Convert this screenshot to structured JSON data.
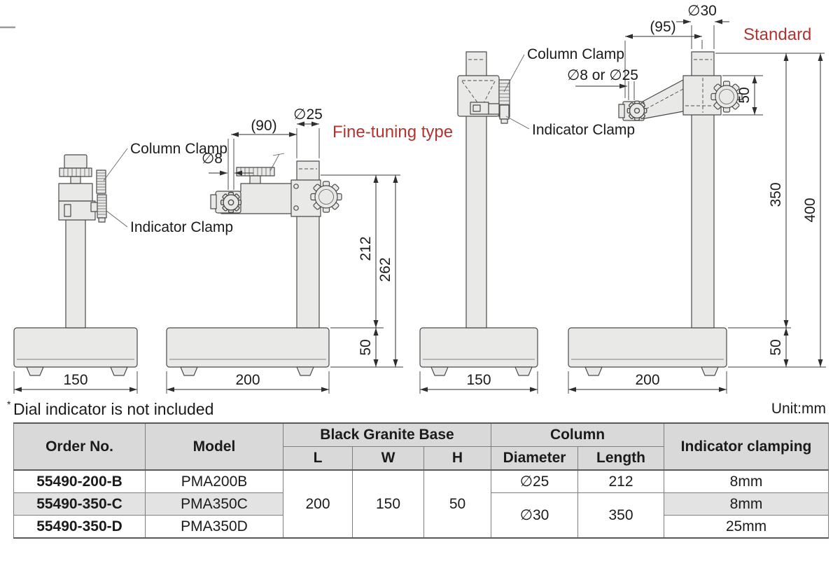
{
  "diagram": {
    "variant_labels": {
      "fine_tuning": "Fine-tuning type",
      "standard": "Standard"
    },
    "part_labels": {
      "column_clamp": "Column Clamp",
      "indicator_clamp": "Indicator Clamp"
    },
    "dims": {
      "stand1": {
        "base_width": "150"
      },
      "stand2": {
        "column_dia": "∅25",
        "reach": "(90)",
        "stem_dia": "∅8",
        "column_length": "212",
        "overall_height": "262",
        "base_height": "50",
        "base_width": "200"
      },
      "stand3": {
        "base_width": "150"
      },
      "stand4": {
        "column_dia": "∅30",
        "reach": "(95)",
        "stem_dia": "∅8 or ∅25",
        "clamp_height": "50",
        "column_length": "350",
        "overall_height": "400",
        "base_height": "50",
        "base_width": "200"
      }
    },
    "footnote_mark": "*",
    "footnote": "Dial indicator is not included",
    "unit_label": "Unit:mm",
    "colors": {
      "accent_red": "#b23430",
      "part_fill": "#e9e9e7",
      "line": "#3f3f3f",
      "table_header_bg": "#d9d9d9",
      "row_shade_bg": "#e3e3e3"
    }
  },
  "table": {
    "headers": {
      "order_no": "Order No.",
      "model": "Model",
      "base_group": "Black Granite Base",
      "l": "L",
      "w": "W",
      "h": "H",
      "column_group": "Column",
      "diameter": "Diameter",
      "length": "Length",
      "indicator_clamping": "Indicator clamping"
    },
    "shared": {
      "base_l": "200",
      "base_w": "150",
      "base_h": "50",
      "dia_25": "∅25",
      "len_212": "212",
      "dia_30": "∅30",
      "len_350": "350"
    },
    "rows": [
      {
        "order_no": "55490-200-B",
        "model": "PMA200B",
        "clamping": "8mm"
      },
      {
        "order_no": "55490-350-C",
        "model": "PMA350C",
        "clamping": "8mm"
      },
      {
        "order_no": "55490-350-D",
        "model": "PMA350D",
        "clamping": "25mm"
      }
    ]
  }
}
